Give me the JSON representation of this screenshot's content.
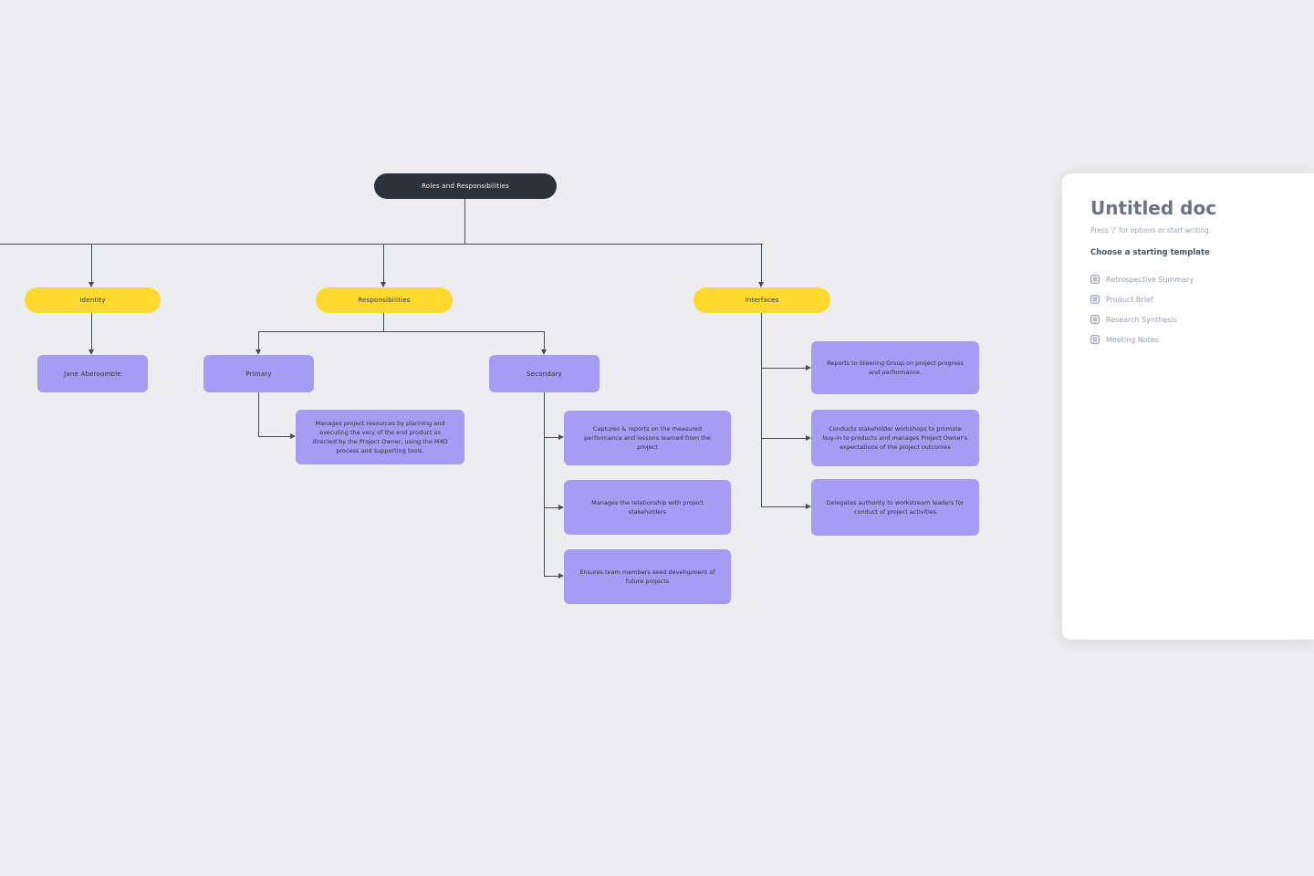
{
  "mindmap": {
    "root_label": "Roles and Responsibilities",
    "identity_label": "Identity",
    "identity_child": "Jane Aberoomble",
    "responsibilities_label": "Responsibilities",
    "primary_label": "Primary",
    "primary_detail": "Manages project resources by planning and executing the very of the end product as directed by the Project Owner, using the M4D process and supporting tools.",
    "secondary_label": "Secondary",
    "secondary_items": [
      "Captures & reports on the measured performance and lessons learned from the project",
      "Manages the relationship with project stakeholders",
      "Ensures team members seed development of future projects"
    ],
    "interfaces_label": "Interfaces",
    "interface_items": [
      "Reports to Steering Group on project progress and performance.",
      "Conducts stakeholder workshops to promote buy-in to products and manages Project Owner's expectations of the project outcomes",
      "Delegates authority to workstream leaders for conduct of project activities"
    ]
  },
  "doc_panel": {
    "title": "Untitled doc",
    "hint": "Press '/' for options or start writing",
    "templates_heading": "Choose a starting template",
    "templates": [
      "Retrospective Summary",
      "Product Brief",
      "Research Synthesis",
      "Meeting Notes"
    ]
  },
  "colors": {
    "background": "#EDEDEF",
    "root_node": "#2D323B",
    "branch_node": "#FFD92D",
    "leaf_node": "#A79CF4",
    "connector": "#474B52"
  }
}
